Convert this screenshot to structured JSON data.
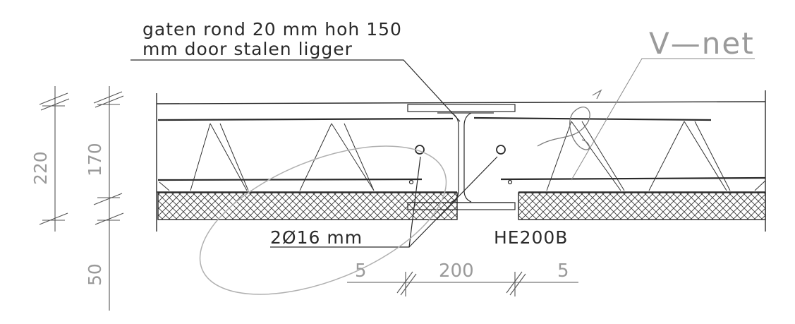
{
  "annotations": {
    "holes_line1": "gaten rond 20 mm hoh 150",
    "holes_line2": "mm door stalen ligger",
    "mesh": "V—net",
    "rebar": "2Ø16 mm",
    "beam": "HE200B"
  },
  "dimensions": {
    "total_height": "220",
    "slab_height": "170",
    "bottom": "50",
    "flange": "200",
    "left_offset": "5",
    "right_offset": "5"
  },
  "colors": {
    "ink": "#2a2a2a",
    "dimension": "#9a9a9a",
    "hatch": "#3a3a3a",
    "sketch": "#b0b0b0"
  }
}
